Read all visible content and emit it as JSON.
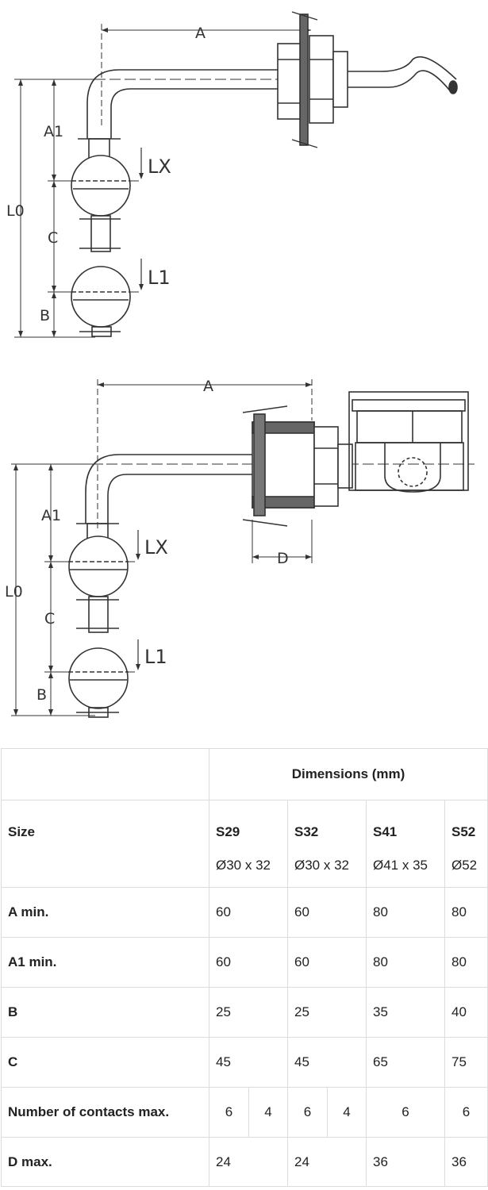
{
  "drawing_labels": {
    "top": {
      "A": "A",
      "A1": "A1",
      "LX": "LX",
      "L0": "L0",
      "C": "C",
      "L1": "L1",
      "B": "B"
    },
    "bottom": {
      "A": "A",
      "A1": "A1",
      "LX": "LX",
      "L0": "L0",
      "C": "C",
      "L1": "L1",
      "B": "B",
      "D": "D"
    }
  },
  "table": {
    "dims_header": "Dimensions (mm)",
    "size_label": "Size",
    "sizes": [
      {
        "name": "S29",
        "dim": "Ø30 x 32"
      },
      {
        "name": "S32",
        "dim": "Ø30 x 32"
      },
      {
        "name": "S41",
        "dim": "Ø41 x 35"
      },
      {
        "name": "S52",
        "dim": "Ø52"
      }
    ],
    "rows": [
      {
        "label": "A min.",
        "values": [
          "60",
          "60",
          "80",
          "80"
        ]
      },
      {
        "label": "A1 min.",
        "values": [
          "60",
          "60",
          "80",
          "80"
        ]
      },
      {
        "label": "B",
        "values": [
          "25",
          "25",
          "35",
          "40"
        ]
      },
      {
        "label": "C",
        "values": [
          "45",
          "45",
          "65",
          "75"
        ]
      }
    ],
    "contacts": {
      "label": "Number of contacts max.",
      "values": [
        "6",
        "4",
        "6",
        "4",
        "6",
        "6"
      ]
    },
    "dmax": {
      "label": "D max.",
      "values": [
        "24",
        "24",
        "36",
        "36"
      ]
    }
  }
}
